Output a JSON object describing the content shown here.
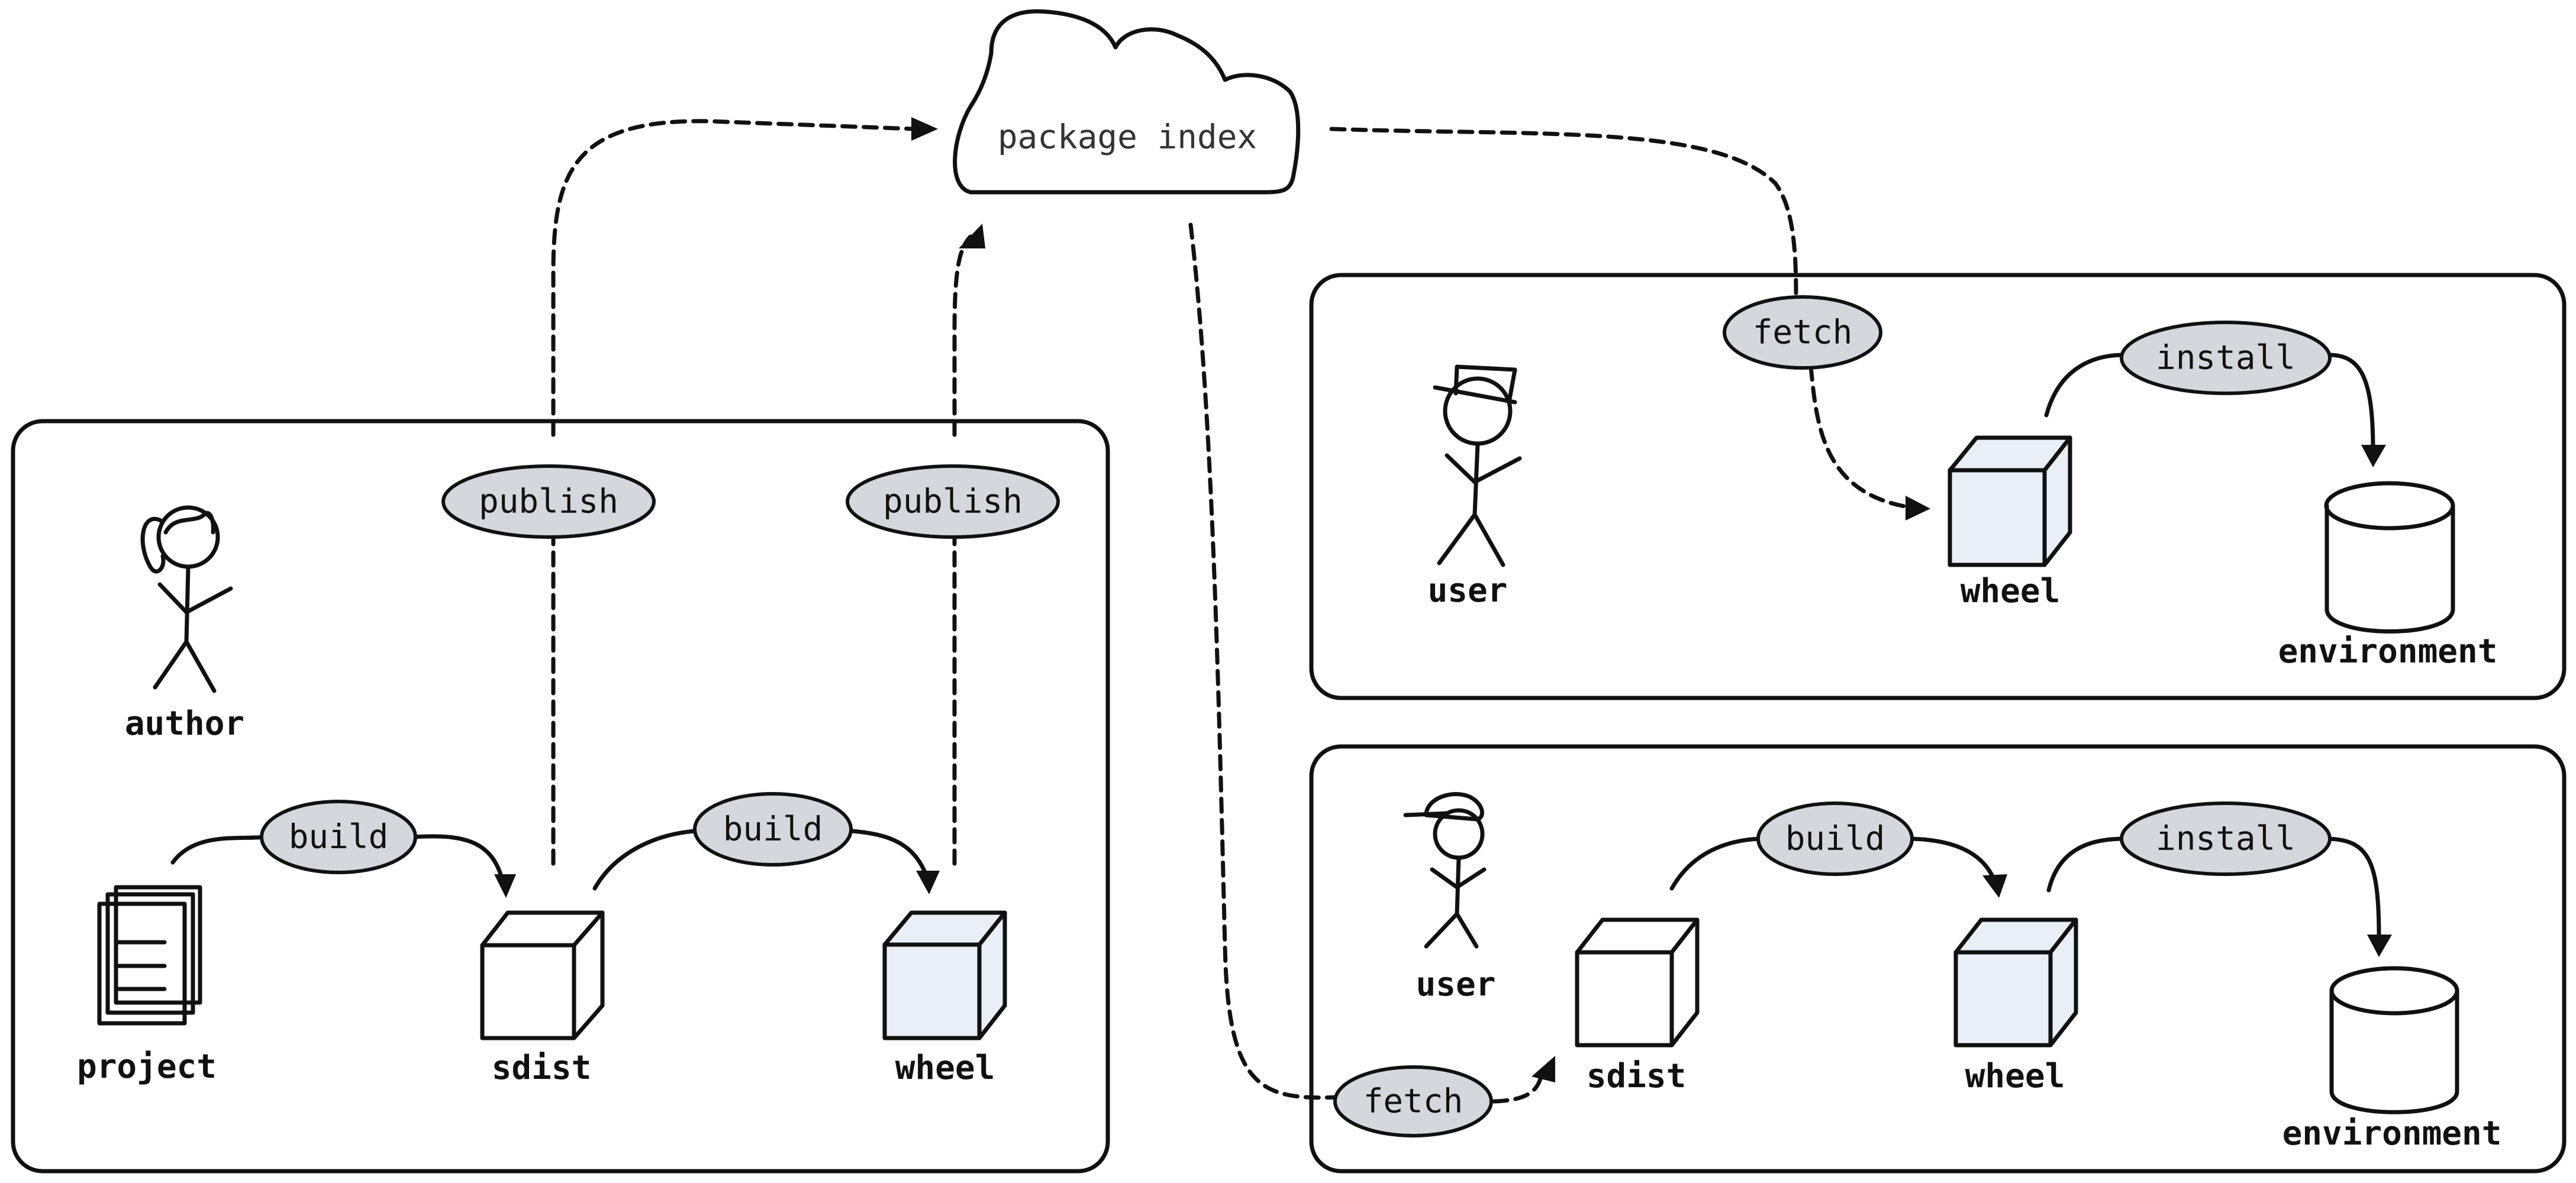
{
  "cloud": {
    "label": "package index"
  },
  "author_panel": {
    "author_label": "author",
    "project_label": "project",
    "sdist_label": "sdist",
    "wheel_label": "wheel",
    "build_left": "build",
    "build_right": "build",
    "publish_left": "publish",
    "publish_right": "publish"
  },
  "user_wheel_panel": {
    "user_label": "user",
    "fetch_label": "fetch",
    "wheel_label": "wheel",
    "install_label": "install",
    "environment_label": "environment"
  },
  "user_sdist_panel": {
    "user_label": "user",
    "fetch_label": "fetch",
    "sdist_label": "sdist",
    "wheel_label": "wheel",
    "build_label": "build",
    "install_label": "install",
    "environment_label": "environment"
  },
  "colors": {
    "ink": "#111111",
    "pill_fill": "#d4d7dc",
    "wheel_fill": "#e9eff7",
    "sdist_fill": "#ffffff"
  }
}
